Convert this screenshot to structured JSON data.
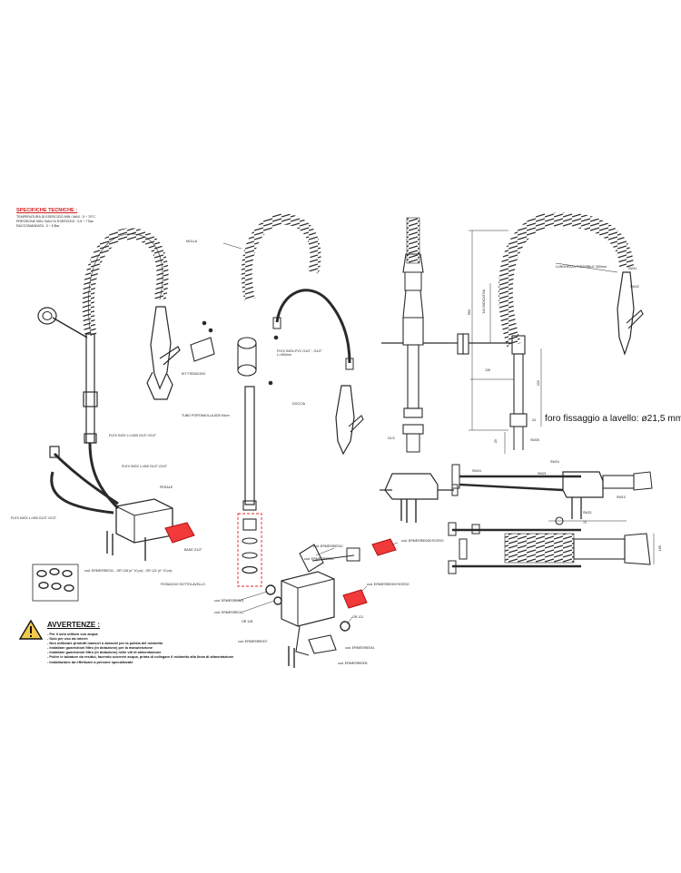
{
  "specs": {
    "title": "SPECIFICHE TECNICHE :",
    "lines": [
      "TEMPERATURA DI ESERCIZIO MIN / MAX : 5 ÷ 70°C",
      "PRESSIONE MIN / MAX DI ESERCIZIO : 0,5 ÷ 7 Bar",
      "RACCOMANDATA : 3 ÷ 5 Bar"
    ]
  },
  "warning": {
    "title": "AVVERTENZE :",
    "lines": [
      "- Per il solo utilizzo con acqua",
      "- Solo per uso da interni",
      "- Non utilizzare prodotti loassivi o abrasivi per la pulizia del rubinetto",
      "- Installare guarnizioni filtro (in dotazione) per la manutenzione",
      "- Installare guarnizioni filtro (in dotazione) nelle viti di alimentazione",
      "- Pulire le tubature da residui, facendo scorrere acqua, prima di collegare il rubinetto alla linea di alimentazione",
      "- Installazione da effettuare a persone specializzate"
    ]
  },
  "left_view": {
    "labels": {
      "flex_1300": "FLEX INOX L=1300 G1/2\"-G1/2\"",
      "flex_900a": "FLEX INOX L=900 G1/2\"-G1/2\"",
      "pedale": "PEDALE",
      "flex_900b": "FLEX INOX L=900 G1/2\"-G1/2\""
    },
    "gaskets_caption": "cod. ERMESRIE011 - OR 128 (n° 10 pz) , OR 121 (n° 10 pz)"
  },
  "middle_view": {
    "labels": {
      "molla": "MOLLA",
      "kit_fissaggio": "KIT FISSAGGIO",
      "flex_pvc": "FLEX INOX-PVC G1/2\" - G1/2\" L=400mm",
      "doccia": "DOCCIA",
      "tubo": "TUBO PORTAMOLLA Ø25 94cm",
      "base": "BASE G1/2\"",
      "fissaggio": "FISSAGGIO SOTTOLAVELLO"
    }
  },
  "exploded_view": {
    "labels": [
      "cod. ERMESRIE010",
      "cod. ERMESRIE008 ROSSO",
      "cod. ERMESRIE014",
      "cod. ERMESRIE009 ROSSO",
      "cod. ERMESRIE001",
      "cod. ERMESRIE042",
      "OR 128",
      "OR 121",
      "cod. ERMESRIE007",
      "cod. ERMESRIE041",
      "cod. ERMESRIE005"
    ]
  },
  "dimension_view": {
    "labels": {
      "lunghezza": "LUNGHEZZA FLESSIBILE 400mm",
      "sw11": "SW11",
      "sw22": "SW22",
      "dim_550": "550",
      "dim_140": "140 INDICATIVA",
      "dim_135": "135",
      "dim_230": "230",
      "dim_34": "34",
      "g12": "G1/2",
      "sw25": "SW25",
      "dim_20": "20",
      "sw24a": "SW24",
      "sw24b": "SW24",
      "sw21a": "SW21",
      "sw21b": "SW21",
      "sw10": "SW10",
      "dim_72": "72",
      "dim_165": "165"
    },
    "fixing_note": "foro fissaggio a lavello: ø21,5 mm"
  },
  "colors": {
    "line": "#2a2a2a",
    "accent_red": "#e0201f",
    "pedal_red": "#f23a3a",
    "warning_yellow": "#f2c94c"
  }
}
